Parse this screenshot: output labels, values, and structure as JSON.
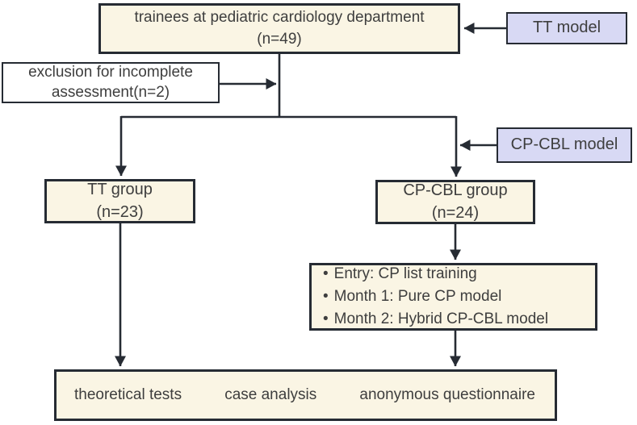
{
  "figure": {
    "type": "flowchart",
    "description": "Study enrollment and intervention flow diagram"
  },
  "colors": {
    "box_fill_cream": "#faf5e4",
    "box_fill_lavender": "#d8d9f4",
    "box_fill_white": "#ffffff",
    "line_and_border": "#262b33",
    "text": "#3e3e3e"
  },
  "nodes": {
    "trainees": {
      "line1": "trainees at pediatric cardiology department",
      "line2": "(n=49)"
    },
    "tt_model": {
      "label": "TT model"
    },
    "exclusion": {
      "line1": "exclusion for incomplete",
      "line2": "assessment(n=2)"
    },
    "cp_cbl_model": {
      "label": "CP-CBL model"
    },
    "tt_group": {
      "line1": "TT group",
      "line2": "(n=23)"
    },
    "cp_cbl_group": {
      "line1": "CP-CBL group",
      "line2": "(n=24)"
    },
    "intervention": {
      "bullet_char": "•",
      "bullets": [
        "Entry: CP list training",
        "Month 1: Pure CP model",
        "Month 2: Hybrid CP-CBL model"
      ]
    },
    "outcomes": {
      "items": [
        "theoretical tests",
        "case analysis",
        "anonymous questionnaire"
      ]
    }
  }
}
